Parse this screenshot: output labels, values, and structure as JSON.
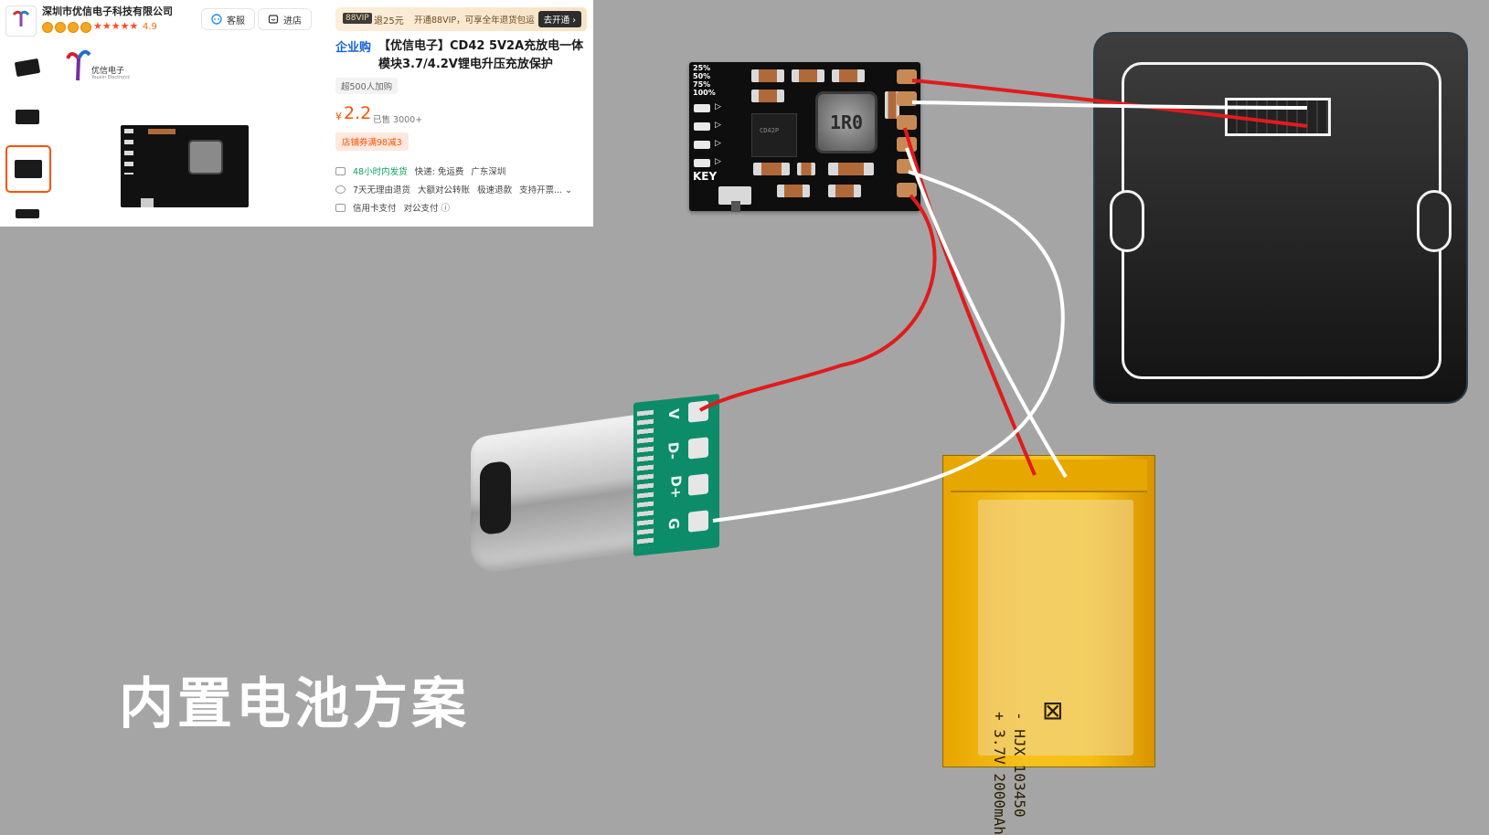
{
  "shop": {
    "store_name": "深圳市优信电子科技有限公司",
    "stars": "★★★★★",
    "rating": "4.9",
    "service_label": "客服",
    "enter_store_label": "进店",
    "brand_name": "优信电子",
    "brand_sub": "Youxin Electronic",
    "vip": {
      "tag": "88VIP",
      "amount": "退25元",
      "text": "开通88VIP，可享全年退货包运",
      "button": "去开通 ›"
    },
    "title_prefix": "企业购",
    "title": "【优信电子】CD42 5V2A充放电一体模块3.7/4.2V锂电升压充放保护",
    "sold_tag": "超500人加购",
    "price_symbol": "¥",
    "price": "2.2",
    "sold_count": "已售 3000+",
    "coupon": "店铺券满98减3",
    "shipping": {
      "highlight": "48小时内发货",
      "text": "快递: 免运费",
      "location": "广东深圳"
    },
    "policies": [
      "7天无理由退货",
      "大额对公转账",
      "极速退款",
      "支持开票... ⌄"
    ],
    "payments": [
      "信用卡支付",
      "对公支付 ⓘ"
    ]
  },
  "charger_module": {
    "percent_labels": [
      "25%",
      "50%",
      "75%",
      "100%"
    ],
    "inductor_text": "1R0",
    "key_label": "KEY",
    "chip_text": "CD42P"
  },
  "usb_c_board": {
    "pin_labels": [
      "V",
      "D-",
      "D+",
      "G"
    ]
  },
  "battery": {
    "line1": "- HJX 103450",
    "line2": "+ 3.7V 2000mAh"
  },
  "caption": "内置电池方案",
  "colors": {
    "background": "#a5a5a5",
    "wire_red": "#e01b1b",
    "wire_white": "#ffffff",
    "price_orange": "#ff5000",
    "link_blue": "#1463d4"
  }
}
